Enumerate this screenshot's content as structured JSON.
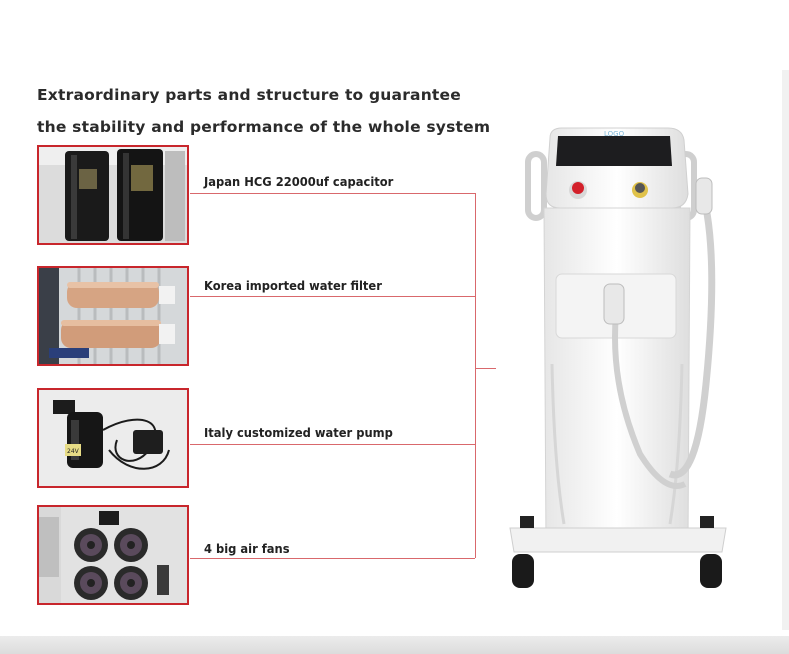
{
  "headline": {
    "line1": "Extraordinary parts and structure to guarantee",
    "line2": "the stability and performance of the whole system"
  },
  "parts": [
    {
      "label": "Japan HCG 22000uf capacitor",
      "icon": "capacitor-photo"
    },
    {
      "label": "Korea imported water filter",
      "icon": "water-filter-photo"
    },
    {
      "label": "Italy customized water pump",
      "icon": "water-pump-photo"
    },
    {
      "label": "4 big air fans",
      "icon": "air-fans-photo"
    }
  ],
  "machine": {
    "screen_logo": "LOGO",
    "pump_tag": "24V"
  },
  "colors": {
    "accent_red": "#c8262c",
    "leader_line": "#d9686c",
    "text": "#222222"
  }
}
